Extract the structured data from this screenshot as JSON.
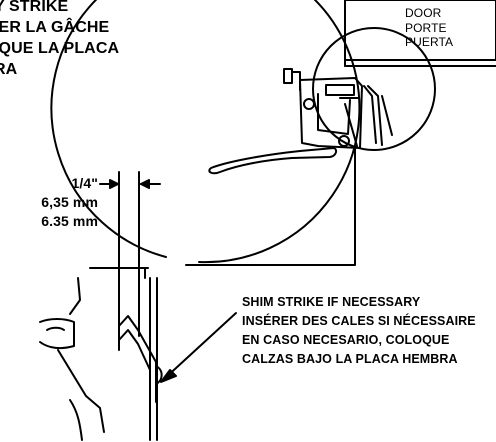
{
  "step_text": [
    "Y STRIKE",
    "IER LA GÂCHE",
    "IQUE LA PLACA",
    "RA"
  ],
  "door_label": [
    "DOOR",
    "PORTE",
    "PUERTA"
  ],
  "dimension": [
    "1/4\"",
    "6,35 mm",
    "6.35 mm"
  ],
  "shim_note": [
    "SHIM STRIKE IF NECESSARY",
    "INSÉRER DES CALES SI NÉCESSAIRE",
    "EN CASO NECESARIO, COLOQUE",
    "CALZAS BAJO LA PLACA HEMBRA"
  ]
}
